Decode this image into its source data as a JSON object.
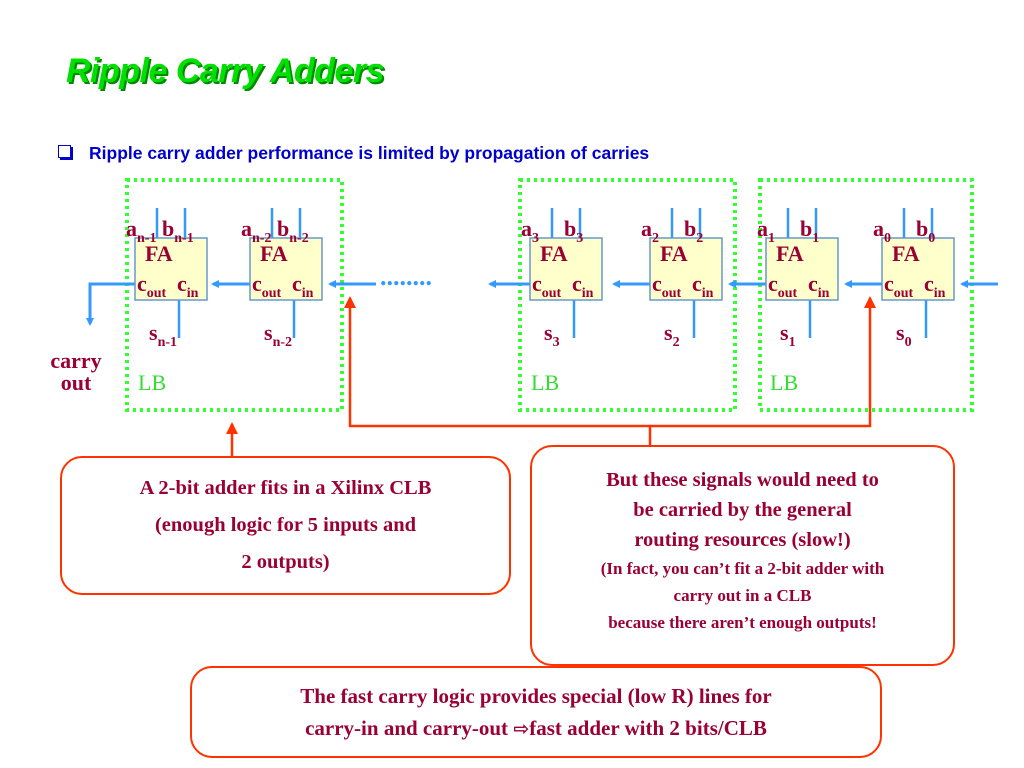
{
  "title": "Ripple Carry Adders",
  "bullet": "Ripple carry adder performance is limited by propagation of carries",
  "diagram": {
    "full_adders": [
      {
        "a": "a",
        "a_sub": "n-1",
        "b": "b",
        "b_sub": "n-1",
        "label": "FA",
        "cout": "c",
        "cout_sub": "out",
        "cin": "c",
        "cin_sub": "in",
        "s": "s",
        "s_sub": "n-1"
      },
      {
        "a": "a",
        "a_sub": "n-2",
        "b": "b",
        "b_sub": "n-2",
        "label": "FA",
        "cout": "c",
        "cout_sub": "out",
        "cin": "c",
        "cin_sub": "in",
        "s": "s",
        "s_sub": "n-2"
      },
      {
        "a": "a",
        "a_sub": "3",
        "b": "b",
        "b_sub": "3",
        "label": "FA",
        "cout": "c",
        "cout_sub": "out",
        "cin": "c",
        "cin_sub": "in",
        "s": "s",
        "s_sub": "3"
      },
      {
        "a": "a",
        "a_sub": "2",
        "b": "b",
        "b_sub": "2",
        "label": "FA",
        "cout": "c",
        "cout_sub": "out",
        "cin": "c",
        "cin_sub": "in",
        "s": "s",
        "s_sub": "2"
      },
      {
        "a": "a",
        "a_sub": "1",
        "b": "b",
        "b_sub": "1",
        "label": "FA",
        "cout": "c",
        "cout_sub": "out",
        "cin": "c",
        "cin_sub": "in",
        "s": "s",
        "s_sub": "1"
      },
      {
        "a": "a",
        "a_sub": "0",
        "b": "b",
        "b_sub": "0",
        "label": "FA",
        "cout": "c",
        "cout_sub": "out",
        "cin": "c",
        "cin_sub": "in",
        "s": "s",
        "s_sub": "0"
      }
    ],
    "lb_labels": [
      "LB",
      "LB",
      "LB"
    ],
    "carry_out_line1": "carry",
    "carry_out_line2": "out",
    "ellipsis": "........"
  },
  "callouts": {
    "left": [
      "A 2-bit adder fits in a Xilinx CLB",
      "(enough logic for 5 inputs and",
      "2 outputs)"
    ],
    "right_main": [
      "But these signals would need to",
      "be carried by the general",
      "routing resources (slow!)"
    ],
    "right_small": [
      "(In fact, you can’t fit a 2-bit adder with",
      "carry out in a CLB",
      "because there aren’t enough outputs!"
    ],
    "bottom_line1": "The fast carry logic provides special (low R) lines for",
    "bottom_line2_a": "carry-in and carry-out ",
    "bottom_arrow": "⇨",
    "bottom_line2_b": "fast adder with 2 bits/CLB"
  },
  "colors": {
    "title": "#00e000",
    "bullet": "#0000cc",
    "lb_border": "#33ff33",
    "fa_fill": "#ffffcc",
    "fa_border": "#6699cc",
    "wire": "#3399ff",
    "signal_text": "#990033",
    "callout_border": "#ff3300"
  }
}
